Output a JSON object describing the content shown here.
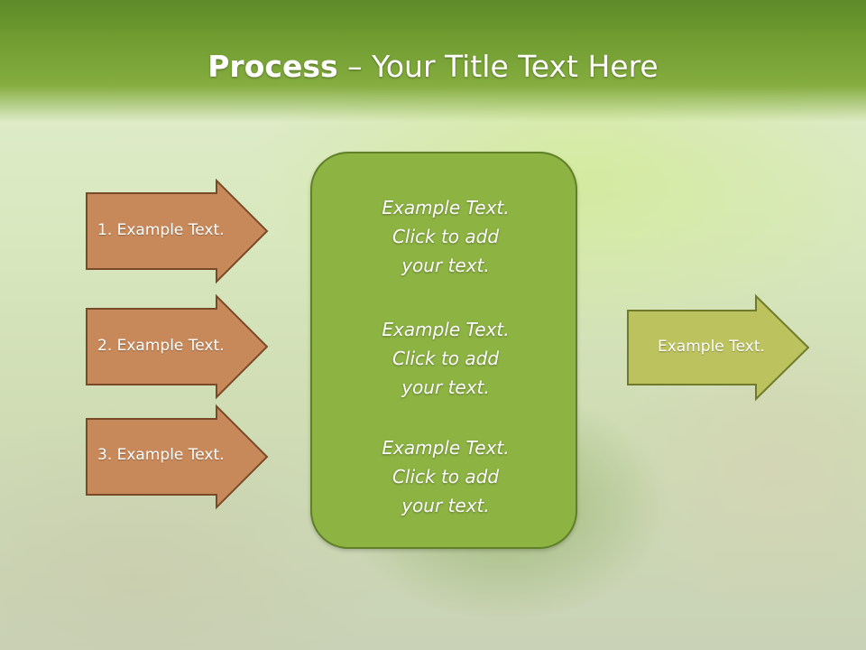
{
  "slide": {
    "title_bold": "Process",
    "title_rest": " – Your Title Text Here"
  },
  "left_arrows": [
    {
      "label": "1. Example Text."
    },
    {
      "label": "2. Example Text."
    },
    {
      "label": "3. Example Text."
    }
  ],
  "center_box": {
    "blocks": [
      {
        "line1": "Example Text.",
        "line2": "Click  to add",
        "line3": "your text."
      },
      {
        "line1": "Example Text.",
        "line2": "Click  to add",
        "line3": "your text."
      },
      {
        "line1": "Example Text.",
        "line2": "Click  to add",
        "line3": "your text."
      }
    ]
  },
  "right_arrow": {
    "label": "Example Text."
  },
  "colors": {
    "header_green": "#6f9b30",
    "left_arrow_fill": "#c8895a",
    "left_arrow_stroke": "#7a4a28",
    "center_fill": "#8db343",
    "right_arrow_fill": "#bcc25e"
  }
}
